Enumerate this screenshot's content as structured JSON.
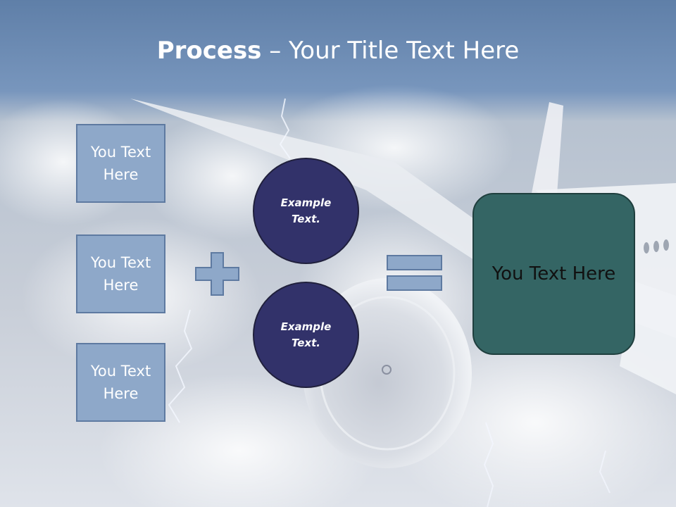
{
  "slide": {
    "title_bold": "Process",
    "title_rest": " – Your Title Text Here",
    "boxes": [
      {
        "label": "You Text Here"
      },
      {
        "label": "You Text Here"
      },
      {
        "label": "You Text Here"
      }
    ],
    "circles": [
      {
        "label": "Example Text."
      },
      {
        "label": "Example Text."
      }
    ],
    "result_label": "You Text Here",
    "operators": [
      "plus-icon",
      "equals-icon"
    ],
    "colors": {
      "box_fill": "#8ea8c9",
      "circle_fill": "#32326a",
      "result_fill": "#346564",
      "title_band": "#6b88b0"
    }
  }
}
